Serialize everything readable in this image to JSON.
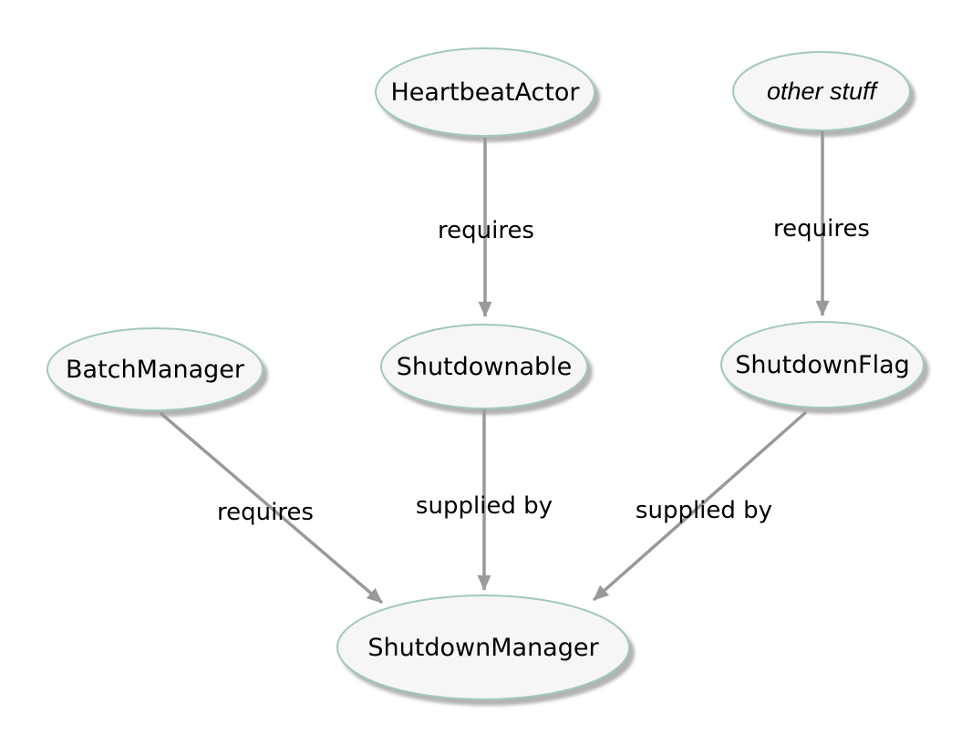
{
  "diagram": {
    "type": "dependency-graph",
    "background_color": "#ffffff",
    "node_fill_color": "#f6f6f6",
    "node_border_color": "#a2c8bb",
    "node_shadow_color": "#b3b3b3",
    "edge_color": "#999999",
    "label_color": "#000000",
    "nodes": [
      {
        "id": "heartbeat-actor",
        "label": "HeartbeatActor",
        "shape": "ellipse",
        "italic": false
      },
      {
        "id": "other-stuff",
        "label": "other stuff",
        "shape": "ellipse",
        "italic": true
      },
      {
        "id": "batch-manager",
        "label": "BatchManager",
        "shape": "ellipse",
        "italic": false
      },
      {
        "id": "shutdownable",
        "label": "Shutdownable",
        "shape": "ellipse",
        "italic": false
      },
      {
        "id": "shutdown-flag",
        "label": "ShutdownFlag",
        "shape": "ellipse",
        "italic": false
      },
      {
        "id": "shutdown-manager",
        "label": "ShutdownManager",
        "shape": "ellipse",
        "italic": false
      }
    ],
    "edges": [
      {
        "from": "HeartbeatActor",
        "to": "Shutdownable",
        "label": "requires"
      },
      {
        "from": "other stuff",
        "to": "ShutdownFlag",
        "label": "requires"
      },
      {
        "from": "BatchManager",
        "to": "ShutdownManager",
        "label": "requires"
      },
      {
        "from": "Shutdownable",
        "to": "ShutdownManager",
        "label": "supplied by"
      },
      {
        "from": "ShutdownFlag",
        "to": "ShutdownManager",
        "label": "supplied by"
      }
    ]
  }
}
